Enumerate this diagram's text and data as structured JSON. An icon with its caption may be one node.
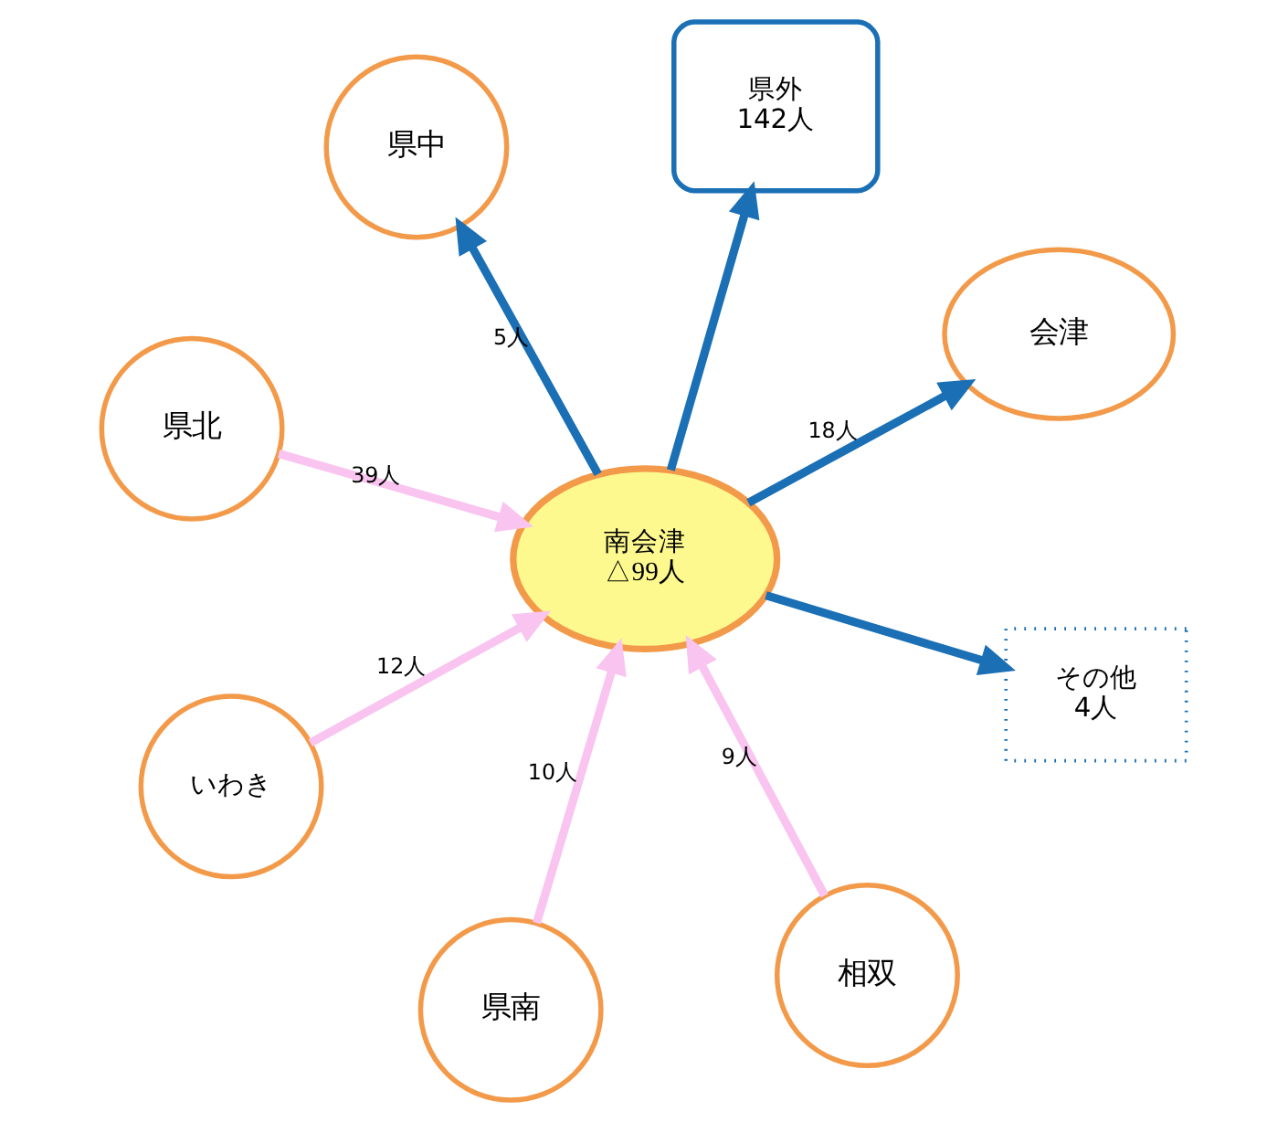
{
  "diagram": {
    "nodes": [
      {
        "text": [
          "県北"
        ]
      },
      {
        "text": [
          "会津"
        ]
      },
      {
        "text": [
          "相双"
        ]
      },
      {
        "text": [
          "県外",
          "142人"
        ]
      },
      {
        "text": [
          "南会津",
          "△99人"
        ]
      },
      {
        "text": [
          "県中"
        ]
      },
      {
        "text": [
          "いわき"
        ]
      },
      {
        "text": [
          "その他",
          "4人"
        ]
      },
      {
        "text": [
          "県南"
        ]
      }
    ],
    "edges": [
      {
        "from": 4,
        "to": 1,
        "arrow": "to",
        "label": "18人",
        "color": "#1a6fb5"
      },
      {
        "from": 0,
        "to": 4,
        "arrow": "to",
        "label": "39人",
        "color": "#f9c4f0"
      },
      {
        "from": 2,
        "to": 4,
        "arrow": "to",
        "label": "9人",
        "color": "#f9c4f0"
      },
      {
        "from": 4,
        "to": 3,
        "arrow": "to",
        "color": "#1a6fb5"
      },
      {
        "from": 4,
        "to": 5,
        "arrow": "to",
        "label": "5人",
        "color": "#1a6fb5"
      },
      {
        "from": 6,
        "to": 4,
        "arrow": "to",
        "label": "12人",
        "color": "#f9c4f0"
      },
      {
        "from": 4,
        "to": 7,
        "arrow": "to",
        "color": "#1a6fb5"
      },
      {
        "from": 8,
        "to": 4,
        "arrow": "to",
        "label": "10人",
        "color": "#f9c4f0"
      }
    ]
  }
}
